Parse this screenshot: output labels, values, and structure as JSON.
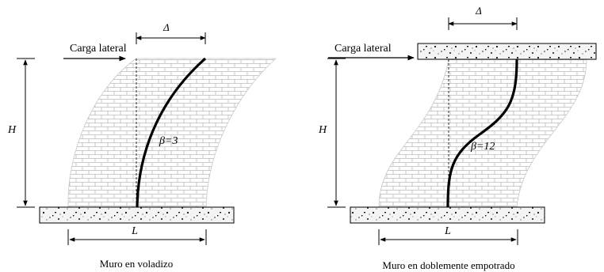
{
  "left": {
    "load_label": "Carga lateral",
    "delta": "Δ",
    "height": "H",
    "beta": "β=3",
    "length": "L",
    "caption": "Muro en voladizo"
  },
  "right": {
    "load_label": "Carga lateral",
    "delta": "Δ",
    "height": "H",
    "beta": "β=12",
    "length": "L",
    "caption": "Muro en doblemente empotrado"
  },
  "colors": {
    "brick": "#b9b9b9",
    "ink": "#000000",
    "slab_fill": "#f4f4f4"
  }
}
